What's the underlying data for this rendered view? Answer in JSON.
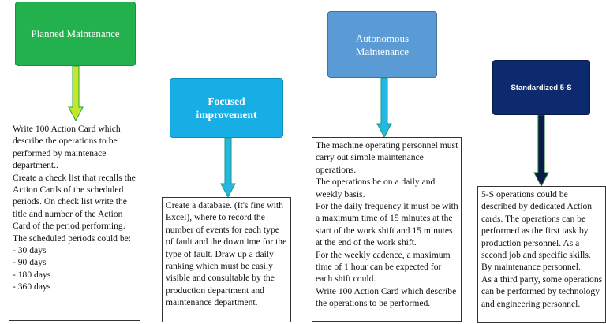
{
  "columns": [
    {
      "title": "Planned Maintenance",
      "arrow_color": "#c6e52b",
      "lines": [
        "Write 100 Action Card which describe the operations to be performed by maintenace department..",
        "Create a check list that recalls the Action Cards of the scheduled periods. On check list write the title and number of the Action Card of the period performing.",
        "The  scheduled periods could be:",
        "- 30 days",
        "- 90 days",
        "- 180 days",
        "- 360 days"
      ]
    },
    {
      "title": "Focused improvement",
      "arrow_color": "#23b7e5",
      "lines": [
        "Create a database. (It's fine with Excel), where to record the number of events for each type of fault and the downtime for the type of fault. Draw up a daily ranking which must be easily visible and consultable by the production department and maintenance department."
      ]
    },
    {
      "title": "Autonomous Maintenance",
      "arrow_color": "#23b7e5",
      "lines": [
        "The machine operating personnel must carry out simple maintenance operations.",
        "The operations  be on a daily and weekly basis.",
        "For the daily frequency it must be with a maximum time of 15 minutes at the start of the work shift and 15 minutes at the end of the work shift.",
        "For the weekly cadence, a maximum time of 1 hour can be expected for each shift could.",
        "Write 100 Action Card which describe the operations to be performed."
      ]
    },
    {
      "title": "Standardized 5-S",
      "arrow_color": "#0b1a4d",
      "lines": [
        "5-S operations could be described by dedicated Action cards. The operations can be performed as the first task by production personnel. As a second job and specific skills. By maintenance personnel.",
        "As a third party, some operations can be performed by technology and engineering personnel."
      ]
    }
  ]
}
